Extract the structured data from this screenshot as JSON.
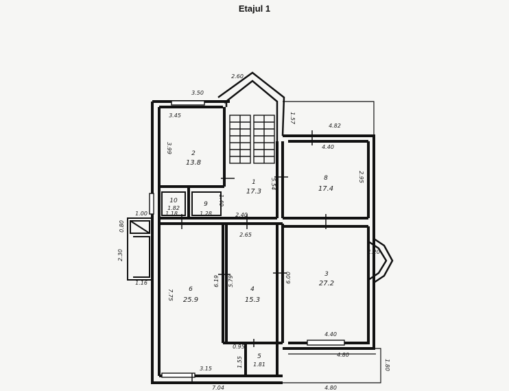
{
  "title": "Etajul 1",
  "rooms": {
    "r2": {
      "num": "2",
      "area": "13.8"
    },
    "r8": {
      "num": "8",
      "area": "17.4"
    },
    "r1": {
      "num": "1",
      "area": "17.3"
    },
    "r9": {
      "num": "9",
      "area": ""
    },
    "r10": {
      "num": "10",
      "area": "1.82"
    },
    "r3": {
      "num": "3",
      "area": "27.2"
    },
    "r6": {
      "num": "6",
      "area": "25.9"
    },
    "r4": {
      "num": "4",
      "area": "15.3"
    },
    "r5": {
      "num": "5",
      "area": "1.81"
    }
  },
  "dims": {
    "d350": "3.50",
    "d260": "2.60",
    "d345": "3.45",
    "d399": "3.99",
    "d157": "1.57",
    "d482": "4.82",
    "d440t": "4.40",
    "d295": "2.95",
    "d554": "5.54",
    "d140": "1.40",
    "d240": "2.40",
    "d265": "2.65",
    "d100": "1.00",
    "d080": "0.80",
    "d230": "2.30",
    "d116": "1.16",
    "d118": "1.18",
    "d120": "1.20",
    "d128": "1.28",
    "d775": "7.75",
    "d619": "6.19",
    "d579": "5.79",
    "d600": "6.00",
    "d440b": "4.40",
    "d480r": "4.80",
    "d180": "1.80",
    "d480b": "4.80",
    "d315": "3.15",
    "d704": "7.04",
    "d095": "0.95",
    "d155": "1.55"
  }
}
